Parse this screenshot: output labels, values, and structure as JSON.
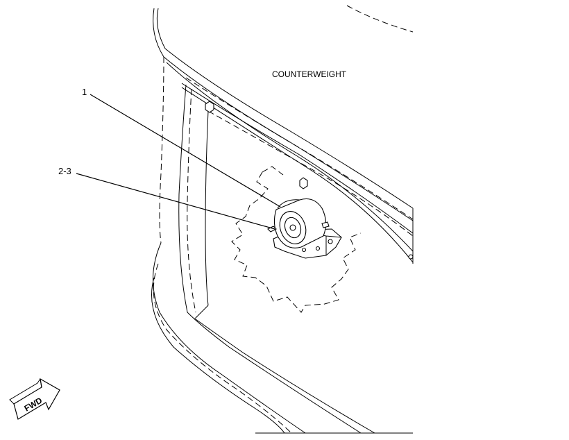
{
  "labels": {
    "counterweight": "COUNTERWEIGHT",
    "callout_1": "1",
    "callout_2_3": "2-3",
    "fwd": "FWD"
  },
  "icons": {
    "fwd_arrow": "fwd-arrow-icon"
  },
  "colors": {
    "ink": "#000000",
    "paper": "#ffffff"
  }
}
